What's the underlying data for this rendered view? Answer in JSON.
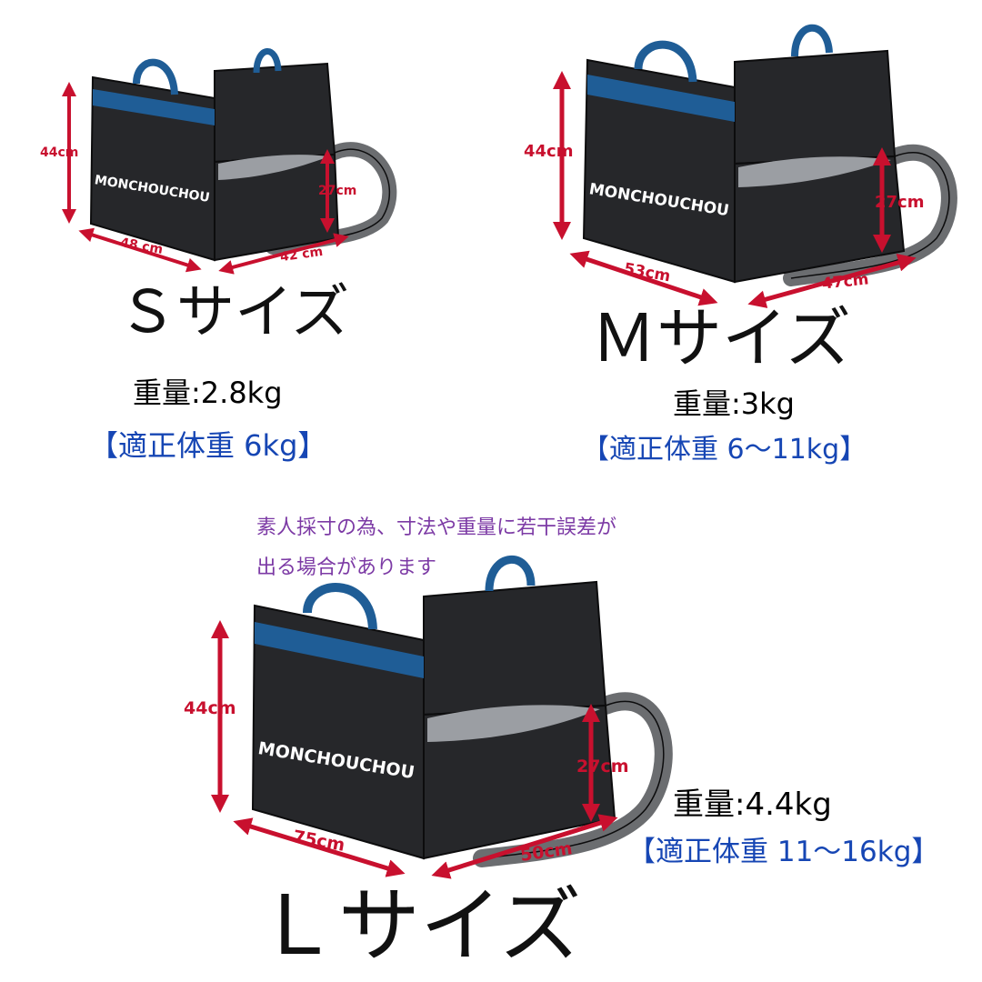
{
  "brand": "MONCHOUCHOU",
  "colors": {
    "bag_body": "#26272a",
    "bag_outline": "#0c0c0d",
    "accent_blue": "#1f5d96",
    "inner_gray": "#9b9ea3",
    "strap_gray": "#6b6d70",
    "dimension_red": "#c8102e",
    "fit_blue": "#1646b4",
    "note_purple": "#7c3aa5"
  },
  "note": {
    "line1": "素人採寸の為、寸法や重量に若干誤差が",
    "line2": "出る場合があります"
  },
  "sizes": {
    "s": {
      "title": "Ｓサイズ",
      "weight": "重量:2.8kg",
      "fit": "【適正体重 6kg】",
      "height": "44cm",
      "seat_height": "27cm",
      "width": "48 cm",
      "depth": "42 cm"
    },
    "m": {
      "title": "Ｍサイズ",
      "weight": "重量:3kg",
      "fit": "【適正体重 6～11kg】",
      "height": "44cm",
      "seat_height": "27cm",
      "width": "53cm",
      "depth": "47cm"
    },
    "l": {
      "title": "Ｌサイズ",
      "weight": "重量:4.4kg",
      "fit": "【適正体重 11～16kg】",
      "height": "44cm",
      "seat_height": "27cm",
      "width": "75cm",
      "depth": "50cm"
    }
  }
}
